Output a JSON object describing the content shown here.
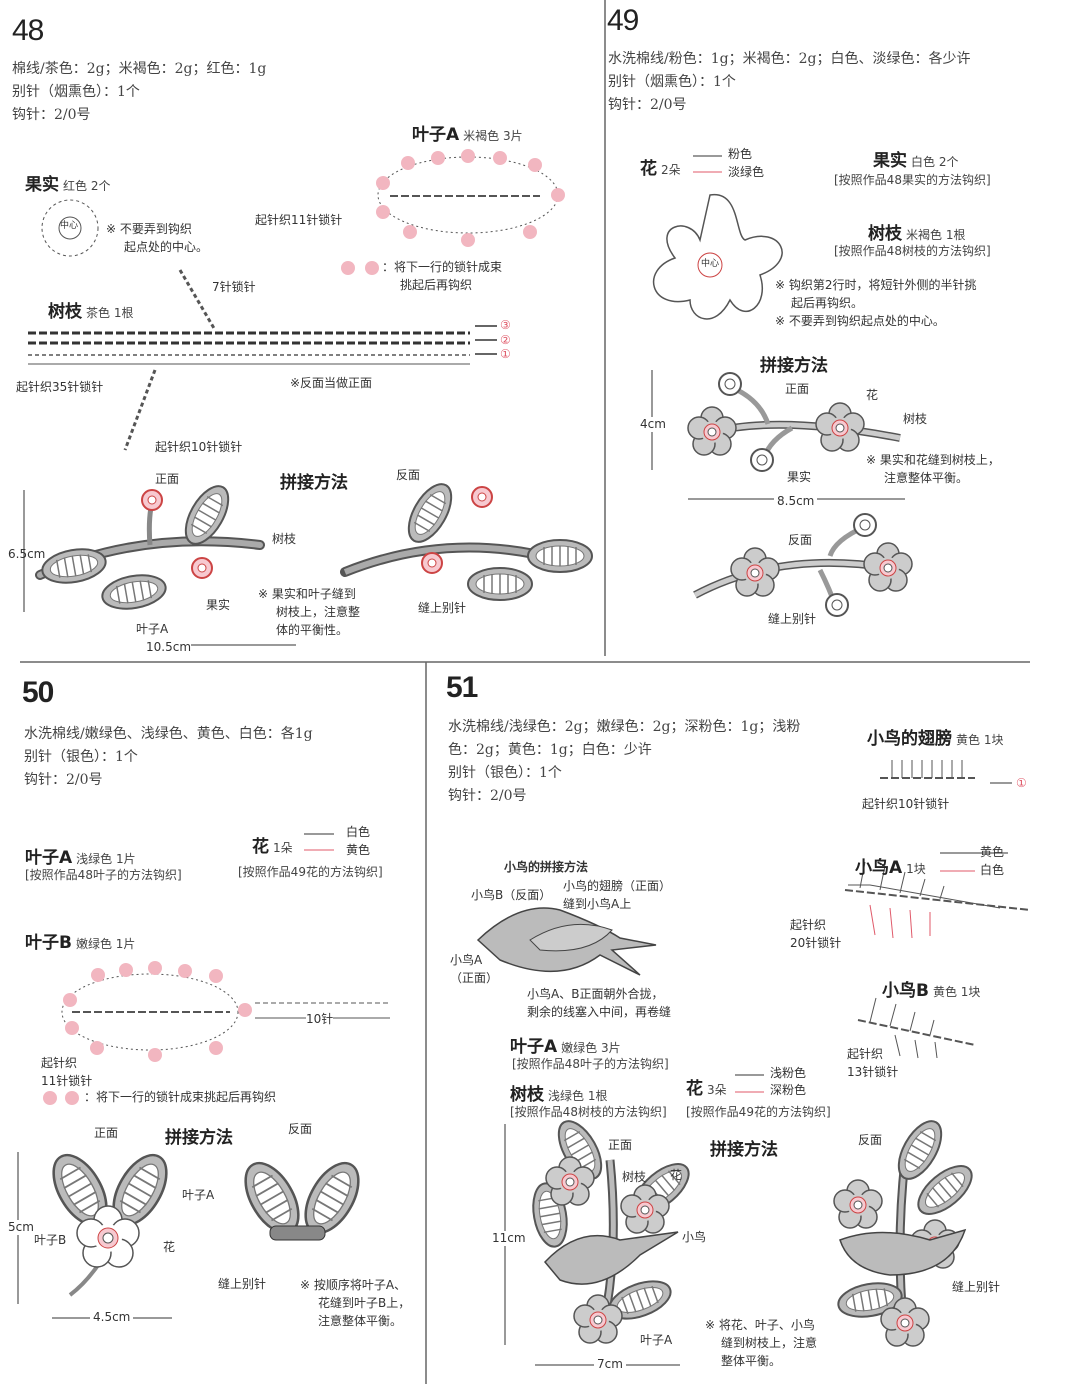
{
  "p48": {
    "number": "48",
    "materials": [
      "棉线/茶色：2g；米褐色：2g；红色：1g",
      "别针（烟熏色）：1个",
      "钩针：2/0号"
    ],
    "leafA": {
      "title": "叶子A",
      "sub": "米褐色 3片"
    },
    "fruit": {
      "title": "果实",
      "sub": "红色 2个",
      "center": "中心",
      "note1": "※ 不要弄到钩织",
      "note2": "起点处的中心。"
    },
    "start11": "起针织11针锁针",
    "legend1": "：将下一行的锁针成束",
    "legend2": "挑起后再钩织",
    "chain7": "7针锁针",
    "branch": {
      "title": "树枝",
      "sub": "茶色 1根"
    },
    "rows": [
      "③",
      "②",
      "①"
    ],
    "start35": "起针织35针锁针",
    "reverse_note": "※反面当做正面",
    "start10": "起针织10针锁针",
    "assembly": "拼接方法",
    "front": "正面",
    "back": "反面",
    "height": "6.5cm",
    "width": "10.5cm",
    "label_branch": "树枝",
    "label_fruit": "果实",
    "label_leafA": "叶子A",
    "note_a1": "※ 果实和叶子缝到",
    "note_a2": "树枝上，注意整",
    "note_a3": "体的平衡性。",
    "pin": "缝上别针",
    "pink": "#f2b6c0"
  },
  "p49": {
    "number": "49",
    "materials": [
      "水洗棉线/粉色：1g；米褐色：2g；白色、淡绿色：各少许",
      "别针（烟熏色）：1个",
      "钩针：2/0号"
    ],
    "flower": {
      "title": "花",
      "sub": "2朵",
      "c1": "粉色",
      "c2": "淡绿色",
      "center": "中心"
    },
    "fruit": {
      "title": "果实",
      "sub": "白色 2个",
      "ref": "[按照作品48果实的方法钩织]"
    },
    "branch": {
      "title": "树枝",
      "sub": "米褐色 1根",
      "ref": "[按照作品48树枝的方法钩织]"
    },
    "note1": "※ 钩织第2行时，将短针外侧的半针挑",
    "note2": "起后再钩织。",
    "note3": "※ 不要弄到钩织起点处的中心。",
    "assembly": "拼接方法",
    "front": "正面",
    "label_flower": "花",
    "label_branch": "树枝",
    "height": "4cm",
    "label_fruit": "果实",
    "note_a1": "※ 果实和花缝到树枝上，",
    "note_a2": "注意整体平衡。",
    "width": "8.5cm",
    "back": "反面",
    "pin": "缝上别针"
  },
  "p50": {
    "number": "50",
    "materials": [
      "水洗棉线/嫩绿色、浅绿色、黄色、白色：各1g",
      "别针（银色）：1个",
      "钩针：2/0号"
    ],
    "flower": {
      "title": "花",
      "sub": "1朵",
      "c1": "白色",
      "c2": "黄色",
      "ref": "[按照作品49花的方法钩织]"
    },
    "leafA": {
      "title": "叶子A",
      "sub": "浅绿色 1片",
      "ref": "[按照作品48叶子的方法钩织]"
    },
    "leafB": {
      "title": "叶子B",
      "sub": "嫩绿色 1片"
    },
    "start1": "起针织",
    "start2": "11针锁针",
    "chain10": "10针",
    "legend": "：将下一行的锁针成束挑起后再钩织",
    "front": "正面",
    "assembly": "拼接方法",
    "back": "反面",
    "label_leafA": "叶子A",
    "label_leafB": "叶子B",
    "label_flower": "花",
    "height": "5cm",
    "width": "4.5cm",
    "pin": "缝上别针",
    "note1": "※ 按顺序将叶子A、",
    "note2": "花缝到叶子B上，",
    "note3": "注意整体平衡。"
  },
  "p51": {
    "number": "51",
    "materials": [
      "水洗棉线/浅绿色：2g；嫩绿色：2g；深粉色：1g；浅粉",
      "色：2g；黄色：1g；白色：少许",
      "别针（银色）：1个",
      "钩针：2/0号"
    ],
    "wing": {
      "title": "小鸟的翅膀",
      "sub": "黄色 1块",
      "start": "起针织10针锁针",
      "row": "①"
    },
    "bird_assembly": {
      "title": "小鸟的拼接方法",
      "b_back": "小鸟B（反面）",
      "wing1": "小鸟的翅膀（正面）",
      "wing2": "缝到小鸟A上",
      "a_front1": "小鸟A",
      "a_front2": "（正面）",
      "note1": "小鸟A、B正面朝外合拢，",
      "note2": "剩余的线塞入中间，再卷缝"
    },
    "birdA": {
      "title": "小鸟A",
      "sub": "1块",
      "c1": "黄色",
      "c2": "白色",
      "start1": "起针织",
      "start2": "20针锁针"
    },
    "birdB": {
      "title": "小鸟B",
      "sub": "黄色 1块",
      "start1": "起针织",
      "start2": "13针锁针"
    },
    "leafA": {
      "title": "叶子A",
      "sub": "嫩绿色 3片",
      "ref": "[按照作品48叶子的方法钩织]"
    },
    "branch": {
      "title": "树枝",
      "sub": "浅绿色 1根",
      "ref": "[按照作品48树枝的方法钩织]"
    },
    "flower": {
      "title": "花",
      "sub": "3朵",
      "c1": "浅粉色",
      "c2": "深粉色",
      "ref": "[按照作品49花的方法钩织]"
    },
    "front": "正面",
    "assembly": "拼接方法",
    "back": "反面",
    "label_branch": "树枝",
    "label_flower": "花",
    "label_bird": "小鸟",
    "label_leafA": "叶子A",
    "height": "11cm",
    "width": "7cm",
    "pin": "缝上别针",
    "note1": "※ 将花、叶子、小鸟",
    "note2": "缝到树枝上，注意",
    "note3": "整体平衡。"
  }
}
